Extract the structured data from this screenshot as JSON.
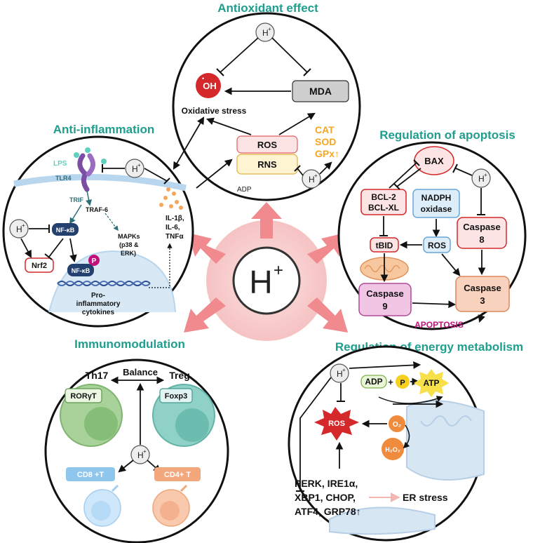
{
  "center": {
    "label": "H",
    "sup": "+"
  },
  "hplus": {
    "label": "H",
    "sup": "+"
  },
  "antioxidant": {
    "title": "Antioxidant effect",
    "oh": "OH",
    "oh_dot": "•",
    "mda": "MDA",
    "oxidative_stress": "Oxidative stress",
    "ros": "ROS",
    "rns": "RNS",
    "adp": "ADP",
    "cat": "CAT",
    "sod": "SOD",
    "gpx": "GPx↑"
  },
  "anti_inflammation": {
    "title": "Anti-inflammation",
    "lps": "LPS",
    "tlr4": "TLR4",
    "trif": "TRIF",
    "traf6": "TRAF-6",
    "nfkb": "NF-κB",
    "p": "P",
    "nrf2": "Nrf2",
    "mapks": [
      "MAPKs",
      "(p38 &",
      "ERK)"
    ],
    "cytokines": [
      "IL-1β,",
      "IL-6,",
      "TNFα"
    ],
    "pro_inflammatory": [
      "Pro-",
      "inflammatory",
      "cytokines"
    ]
  },
  "apoptosis": {
    "title": "Regulation of apoptosis",
    "bax": "BAX",
    "bcl2": "BCL-2",
    "bclxl": "BCL-XL",
    "nadph": [
      "NADPH",
      "oxidase"
    ],
    "tbid": "tBID",
    "ros": "ROS",
    "caspase8": [
      "Caspase",
      "8"
    ],
    "caspase9": [
      "Caspase",
      "9"
    ],
    "caspase3": [
      "Caspase",
      "3"
    ],
    "apoptosis": "APOPTOSIS"
  },
  "immunomodulation": {
    "title": "Immunomodulation",
    "th17": "Th17",
    "balance": "Balance",
    "treg": "Treg",
    "rorgt": "RORγT",
    "foxp3": "Foxp3",
    "cd8": "CD8 +T",
    "cd4": "CD4+ T"
  },
  "energy": {
    "title": "Regulation of energy metabolism",
    "adp": "ADP",
    "plus": "+",
    "p": "P",
    "atp": "ATP",
    "ros": "ROS",
    "o2": "O₂",
    "h2o2": "H₂O₂",
    "er_list": [
      "PERK, IRE1α,",
      "XBP1, CHOP,",
      "ATF4, GRP78↑"
    ],
    "er_stress": "ER stress"
  },
  "colors": {
    "teal": "#1f9e8e",
    "pink_arrow": "#f08a8e",
    "center_glow": "#f9d4d4",
    "orange": "#f5a623",
    "magenta": "#c0127a",
    "red": "#d4282a"
  }
}
